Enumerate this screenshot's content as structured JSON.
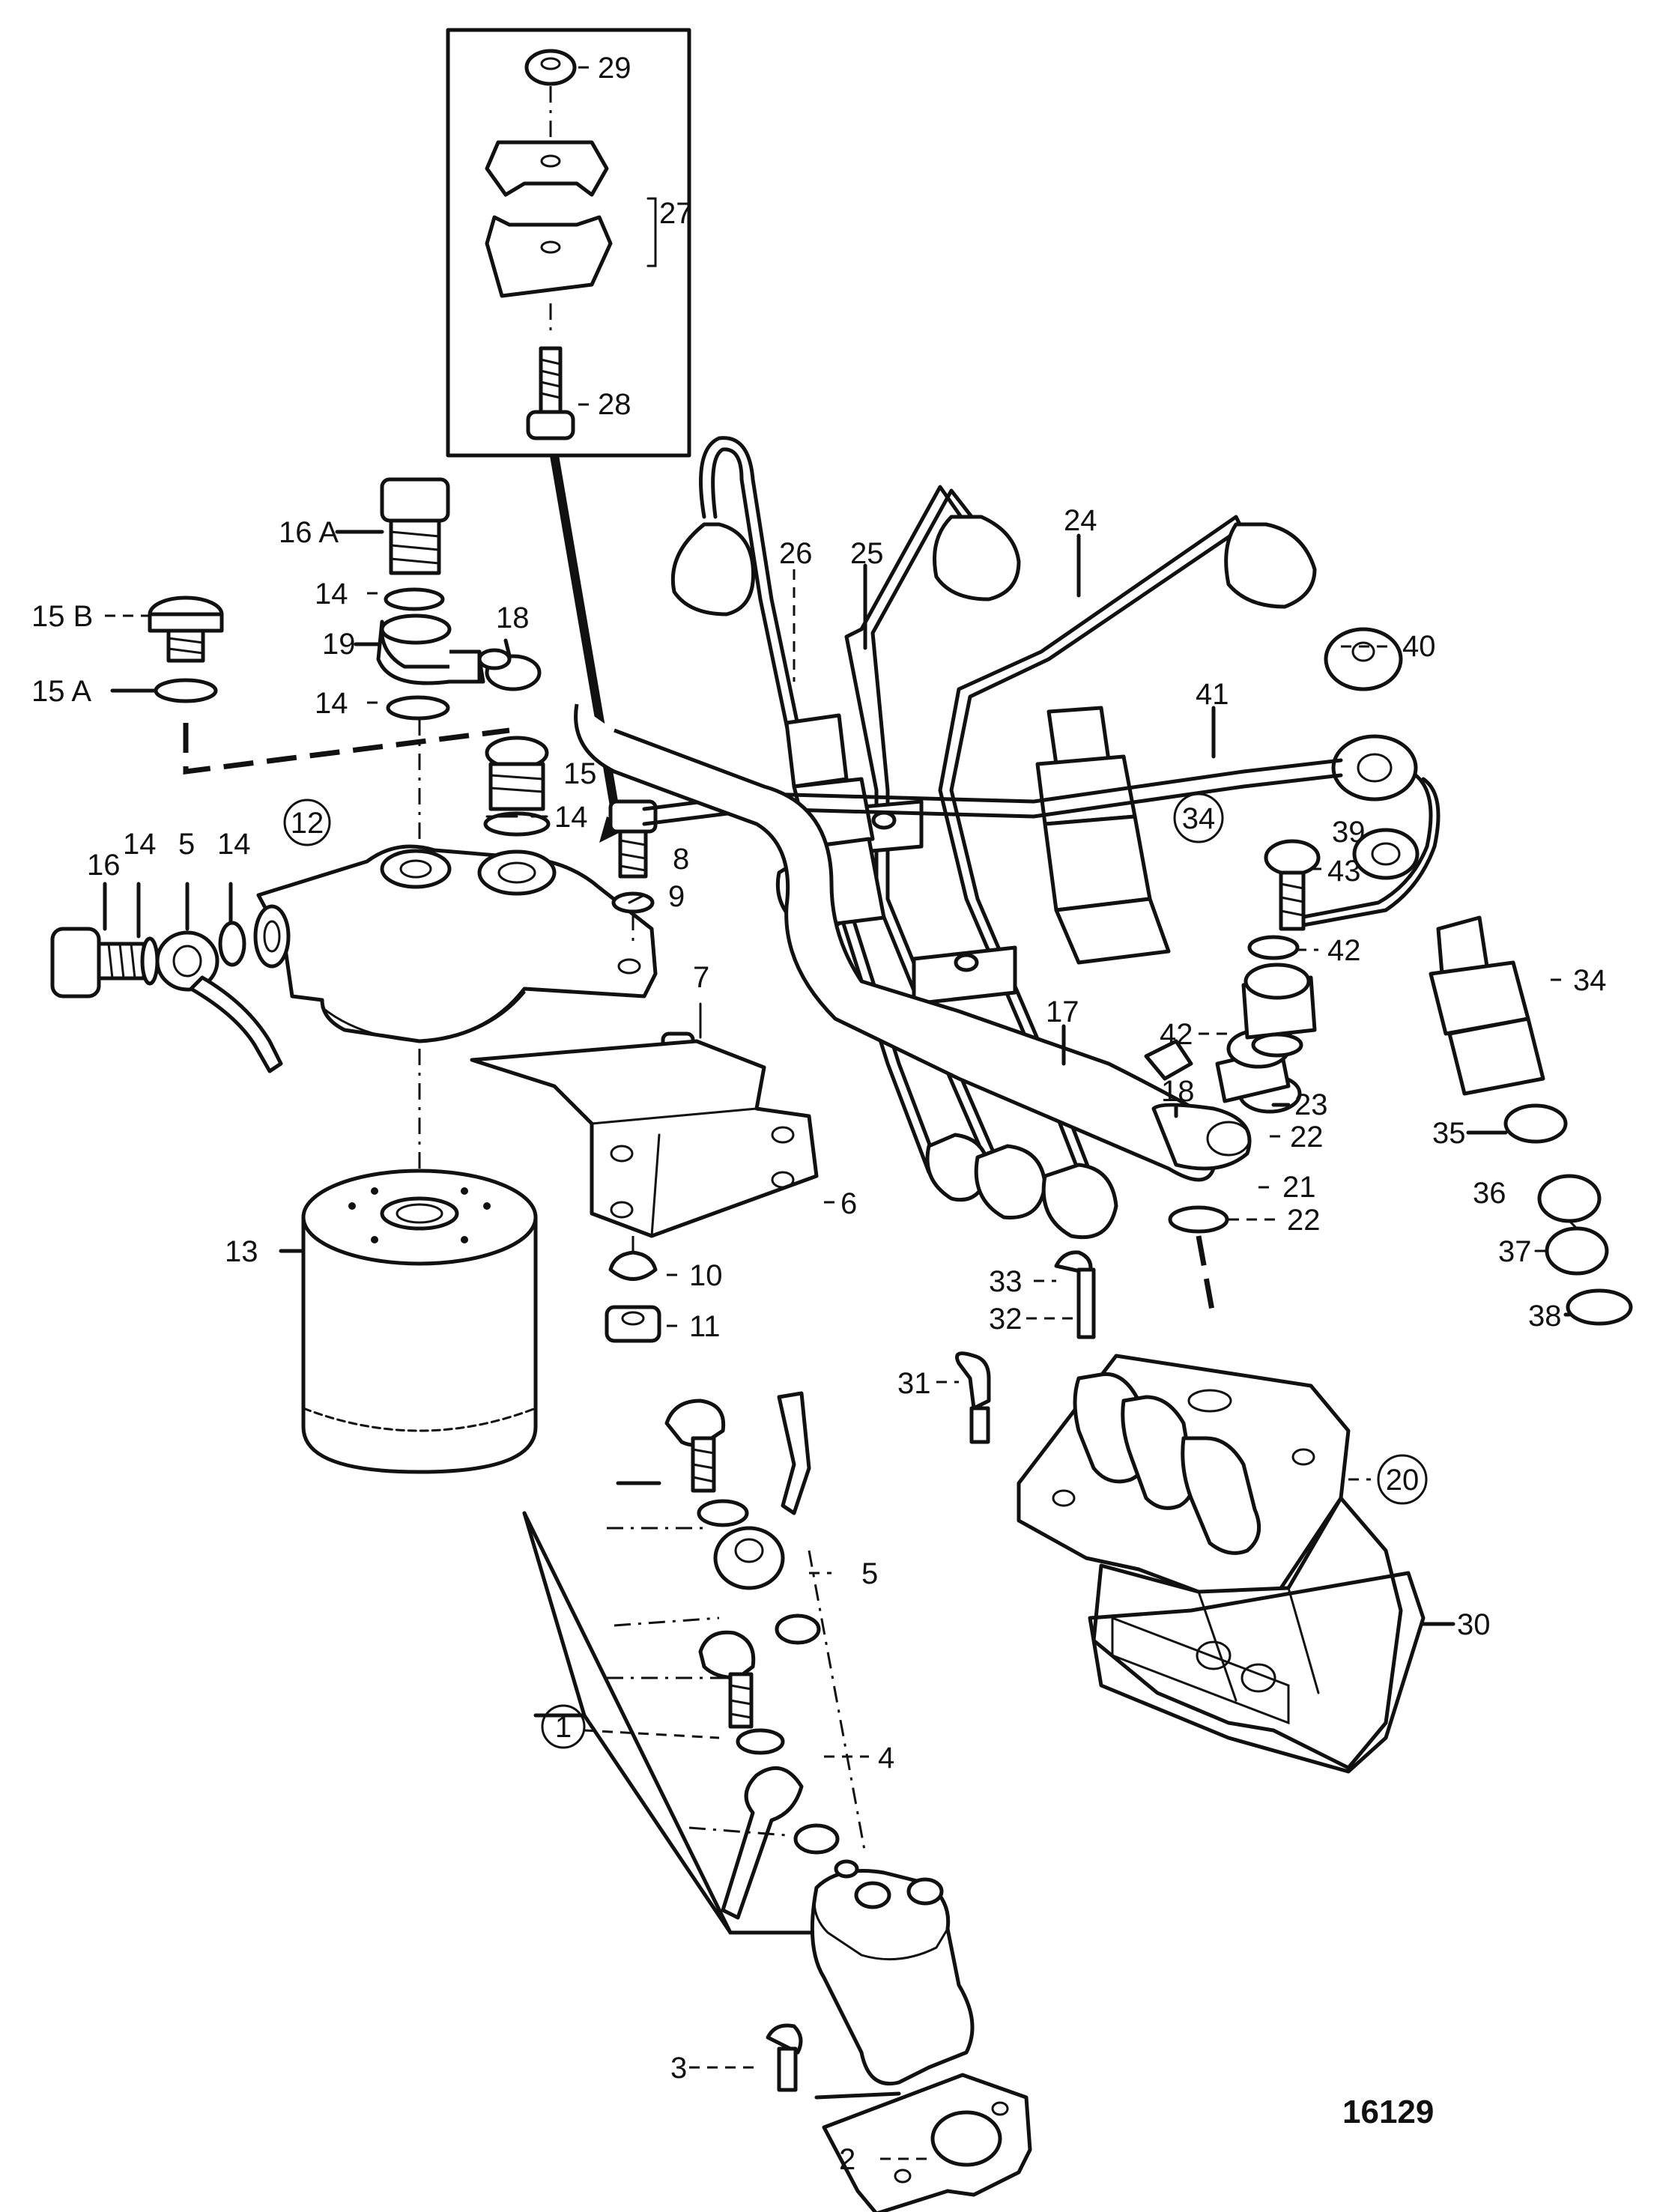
{
  "diagram": {
    "reference_number": "16129",
    "callouts": [
      {
        "id": "29",
        "label": "29",
        "circled": false
      },
      {
        "id": "27",
        "label": "27",
        "circled": false
      },
      {
        "id": "28",
        "label": "28",
        "circled": false
      },
      {
        "id": "16A",
        "label": "16 A",
        "circled": false
      },
      {
        "id": "14a",
        "label": "14",
        "circled": false
      },
      {
        "id": "18a",
        "label": "18",
        "circled": false
      },
      {
        "id": "15B",
        "label": "15 B",
        "circled": false
      },
      {
        "id": "19",
        "label": "19",
        "circled": false
      },
      {
        "id": "15A",
        "label": "15 A",
        "circled": false
      },
      {
        "id": "14b",
        "label": "14",
        "circled": false
      },
      {
        "id": "15",
        "label": "15",
        "circled": false
      },
      {
        "id": "14c",
        "label": "14",
        "circled": false
      },
      {
        "id": "12",
        "label": "12",
        "circled": true
      },
      {
        "id": "16",
        "label": "16",
        "circled": false
      },
      {
        "id": "14d",
        "label": "14",
        "circled": false
      },
      {
        "id": "5a",
        "label": "5",
        "circled": false
      },
      {
        "id": "14e",
        "label": "14",
        "circled": false
      },
      {
        "id": "8",
        "label": "8",
        "circled": false
      },
      {
        "id": "9",
        "label": "9",
        "circled": false
      },
      {
        "id": "7",
        "label": "7",
        "circled": false
      },
      {
        "id": "6",
        "label": "6",
        "circled": false
      },
      {
        "id": "13",
        "label": "13",
        "circled": false
      },
      {
        "id": "10",
        "label": "10",
        "circled": false
      },
      {
        "id": "11",
        "label": "11",
        "circled": false
      },
      {
        "id": "26",
        "label": "26",
        "circled": false
      },
      {
        "id": "25",
        "label": "25",
        "circled": false
      },
      {
        "id": "24",
        "label": "24",
        "circled": false
      },
      {
        "id": "40",
        "label": "40",
        "circled": false
      },
      {
        "id": "41",
        "label": "41",
        "circled": false
      },
      {
        "id": "34a",
        "label": "34",
        "circled": true
      },
      {
        "id": "39",
        "label": "39",
        "circled": false
      },
      {
        "id": "43",
        "label": "43",
        "circled": false
      },
      {
        "id": "42a",
        "label": "42",
        "circled": false
      },
      {
        "id": "34b",
        "label": "34",
        "circled": false
      },
      {
        "id": "42b",
        "label": "42",
        "circled": false
      },
      {
        "id": "17",
        "label": "17",
        "circled": false
      },
      {
        "id": "23",
        "label": "23",
        "circled": false
      },
      {
        "id": "18b",
        "label": "18",
        "circled": false
      },
      {
        "id": "22a",
        "label": "22",
        "circled": false
      },
      {
        "id": "21",
        "label": "21",
        "circled": false
      },
      {
        "id": "35",
        "label": "35",
        "circled": false
      },
      {
        "id": "36",
        "label": "36",
        "circled": false
      },
      {
        "id": "22b",
        "label": "22",
        "circled": false
      },
      {
        "id": "37",
        "label": "37",
        "circled": false
      },
      {
        "id": "33",
        "label": "33",
        "circled": false
      },
      {
        "id": "38",
        "label": "38",
        "circled": false
      },
      {
        "id": "32",
        "label": "32",
        "circled": false
      },
      {
        "id": "31",
        "label": "31",
        "circled": false
      },
      {
        "id": "20",
        "label": "20",
        "circled": true
      },
      {
        "id": "5b",
        "label": "5",
        "circled": false
      },
      {
        "id": "30",
        "label": "30",
        "circled": false
      },
      {
        "id": "1",
        "label": "1",
        "circled": true
      },
      {
        "id": "4",
        "label": "4",
        "circled": false
      },
      {
        "id": "3",
        "label": "3",
        "circled": false
      },
      {
        "id": "2",
        "label": "2",
        "circled": false
      }
    ]
  }
}
